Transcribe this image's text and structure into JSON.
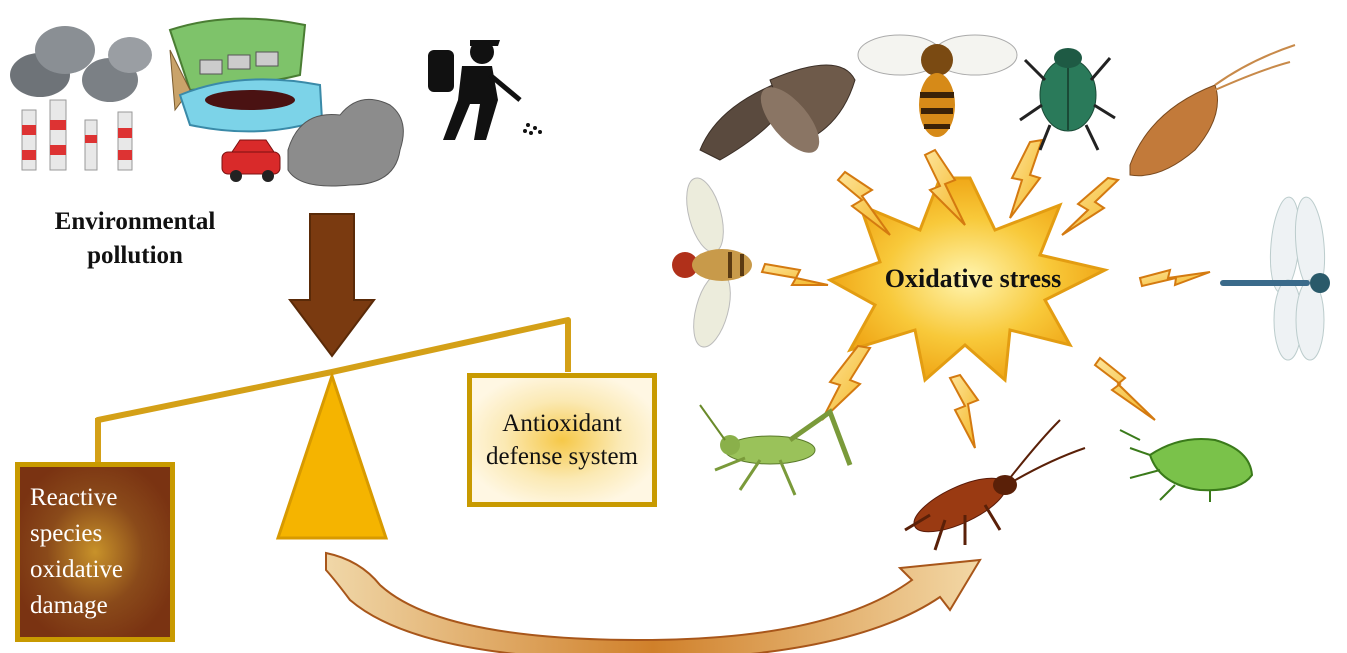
{
  "labels": {
    "environmental_pollution": "Environmental pollution",
    "oxidative_stress": "Oxidative stress",
    "antioxidant_defense": "Antioxidant defense system",
    "reactive_species": "Reactive species oxidative damage"
  },
  "colors": {
    "balance_gold": "#d4a017",
    "fulcrum": "#f5b400",
    "pollution_arrow": "#7a3a10",
    "bolt_fill": "#f7c535",
    "bolt_stroke": "#d47a10",
    "star_fill": "#f5c12e",
    "curve_arrow": "#c8761e"
  },
  "icons": [
    "factory-smokestacks-icon",
    "water-pollution-pipes-icon",
    "car-exhaust-icon",
    "pesticide-sprayer-icon",
    "moth-icon",
    "bee-icon",
    "beetle-icon",
    "caddisfly-icon",
    "fruit-fly-icon",
    "dragonfly-icon",
    "grasshopper-icon",
    "cockroach-icon",
    "stink-bug-icon"
  ]
}
